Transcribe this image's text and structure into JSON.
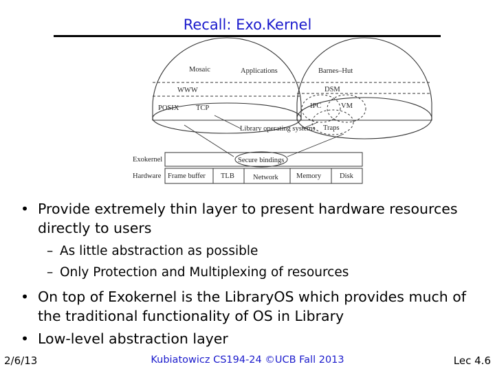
{
  "slide": {
    "title": "Recall: Exo.Kernel"
  },
  "diagram": {
    "left_app": {
      "top": "Mosaic",
      "middle": "WWW",
      "bottom_left": "POSIX",
      "bottom_right": "TCP"
    },
    "center": {
      "applications": "Applications",
      "libos": "Library operating systems"
    },
    "right_app": {
      "top": "Barnes–Hut",
      "middle": "DSM",
      "ipc": "IPC",
      "vm": "VM",
      "traps": "Traps"
    },
    "layers": {
      "exokernel": "Exokernel",
      "secure": "Secure bindings",
      "hardware": "Hardware",
      "frame_buffer": "Frame buffer",
      "tlb": "TLB",
      "network": "Network",
      "memory": "Memory",
      "disk": "Disk"
    }
  },
  "bullets": [
    {
      "text": "Provide extremely thin layer to present hardware resources directly to users"
    },
    {
      "text": "As little abstraction as possible",
      "sub": true
    },
    {
      "text": "Only Protection and Multiplexing of resources",
      "sub": true
    },
    {
      "text": "On top of Exokernel is the LibraryOS which provides much of the traditional functionality of OS in Library"
    },
    {
      "text": "Low-level abstraction layer"
    }
  ],
  "footer": {
    "date": "2/6/13",
    "course": "Kubiatowicz CS194-24 ©UCB Fall 2013",
    "slide_number": "Lec 4.6"
  }
}
